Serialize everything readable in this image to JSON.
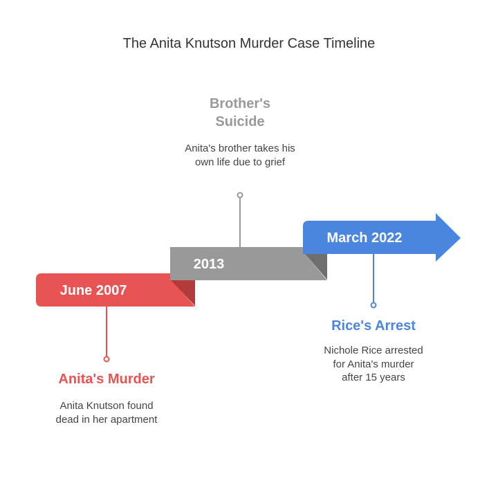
{
  "title": "The Anita Knutson Murder Case Timeline",
  "colors": {
    "event1": "#E85454",
    "event1_fold": "#B33B3B",
    "event2": "#999999",
    "event2_fold": "#6E6E6E",
    "event3": "#4A86E0",
    "event3_fold": "#2F62B5",
    "description": "#444444"
  },
  "events": [
    {
      "date": "June 2007",
      "heading": "Anita's Murder",
      "description": "Anita Knutson found dead in her apartment"
    },
    {
      "date": "2013",
      "heading": "Brother's Suicide",
      "description": "Anita's brother takes his own life due to grief"
    },
    {
      "date": "March 2022",
      "heading": "Rice's Arrest",
      "description": "Nichole Rice arrested for Anita's murder after 15 years"
    }
  ]
}
